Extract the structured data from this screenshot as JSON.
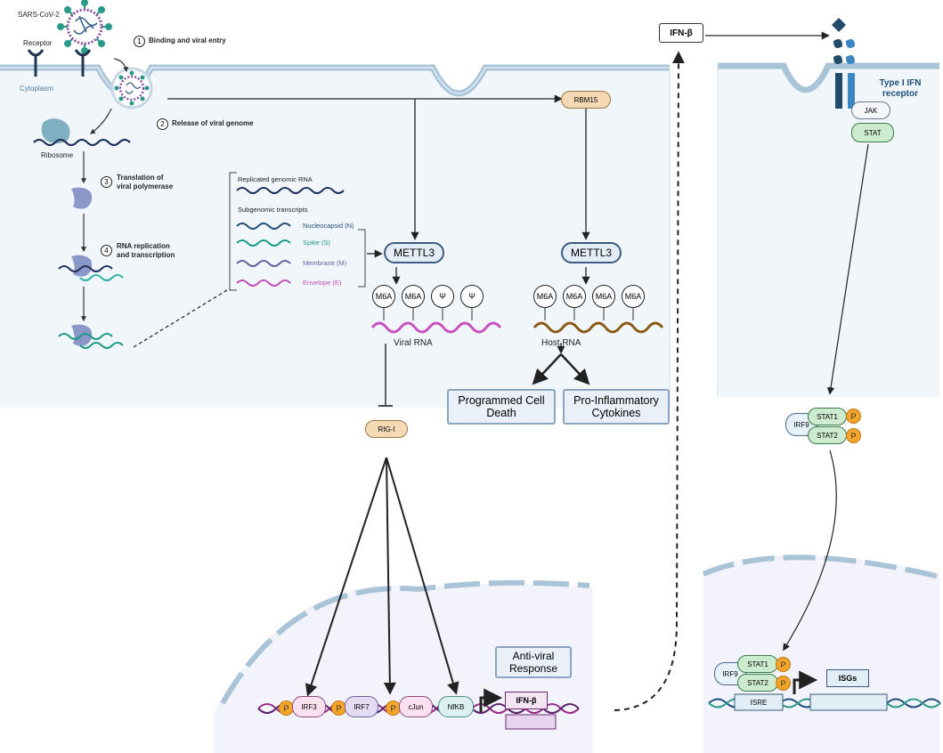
{
  "virus": {
    "name": "SARS-CoV-2",
    "receptor": "Receptor",
    "cytoplasm": "Cytoplasm",
    "ribosome": "Ribosome"
  },
  "steps": [
    {
      "num": "1",
      "text": "Binding and viral entry"
    },
    {
      "num": "2",
      "text": "Release of viral genome"
    },
    {
      "num": "3",
      "line1": "Translation of",
      "line2": "viral polymerase"
    },
    {
      "num": "4",
      "line1": "RNA replication",
      "line2": "and transcription"
    }
  ],
  "legend": {
    "replicated": "Replicated genomic RNA",
    "subgenomic": "Subgenomic transcripts",
    "items": [
      {
        "label": "Nucleocapsid (N)",
        "color": "#1f4e79"
      },
      {
        "label": "Spike (S)",
        "color": "#1a9a86"
      },
      {
        "label": "Membrane (M)",
        "color": "#6a5fa0"
      },
      {
        "label": "Envelope (E)",
        "color": "#c24fb5"
      }
    ]
  },
  "methylation": {
    "rbm15": "RBM15",
    "mettl3": "METTL3",
    "viral_marks": [
      "M6A",
      "M6A",
      "Ψ",
      "Ψ"
    ],
    "host_marks": [
      "M6A",
      "M6A",
      "M6A",
      "M6A"
    ],
    "viral_rna": "Viral RNA",
    "host_rna": "Host RNA",
    "outcome1": "Programmed Cell Death",
    "outcome2": "Pro-Inflammatory Cytokines"
  },
  "innate": {
    "rig": "RIG-I",
    "factors": [
      "IRF3",
      "IRF7",
      "cJun",
      "NfKB"
    ],
    "p": "P",
    "ifnb": "IFN-β",
    "antiviral": "Anti-viral Response"
  },
  "ifn_signaling": {
    "ifnb": "IFN-β",
    "receptor": "Type I IFN receptor",
    "jak": "JAK",
    "stat": "STAT",
    "irf9": "IRF9",
    "stat1": "STAT1",
    "stat2": "STAT2",
    "isre": "ISRE",
    "isgs": "ISGs"
  },
  "colors": {
    "cell_fill": "#f1f6fb",
    "membrane": "#a9c4d6",
    "orange_pill": "#f5d9b5",
    "mettl_border": "#3d5a80",
    "outcome_fill": "#e9f0f7",
    "phospho": "#f4a52a",
    "dna_pink": "#9b2a86",
    "stat_green": "#cdebcf"
  }
}
